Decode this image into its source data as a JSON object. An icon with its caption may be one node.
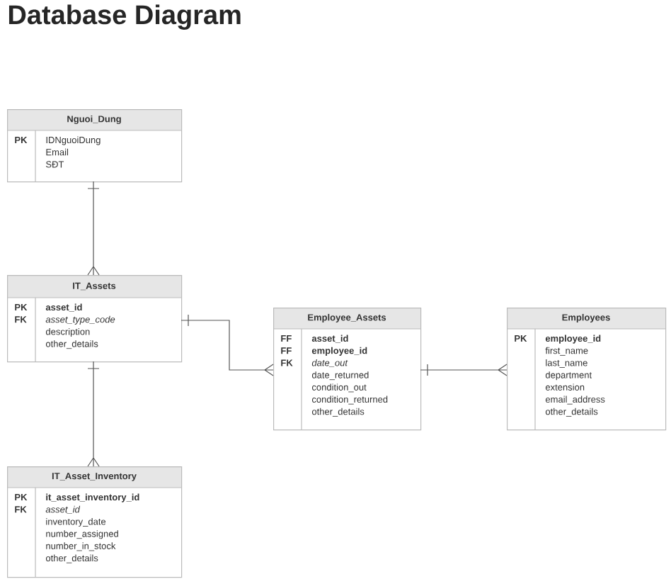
{
  "diagram": {
    "title": "Database Diagram",
    "nodes": [
      {
        "text": [
          "Nguoi_Dung",
          "PK",
          "IDNguoiDung",
          "Email",
          "SĐT"
        ]
      },
      {
        "text": [
          "IT_Assets",
          "PK FK",
          "asset_id",
          "asset_type_code",
          "description",
          "other_details"
        ]
      },
      {
        "text": [
          "IT_Asset_Inventory",
          "PK FK",
          "it_asset_inventory_id",
          "asset_id",
          "inventory_date",
          "number_assigned",
          "number_in_stock",
          "other_details"
        ]
      },
      {
        "text": [
          "Employee_Assets",
          "FF FF FK",
          "asset_id",
          "employee_id",
          "date_out",
          "date_returned",
          "condition_out",
          "condition_returned",
          "other_details"
        ]
      },
      {
        "text": [
          "Employees",
          "PK",
          "employee_id",
          "first_name",
          "last_name",
          "department",
          "extension",
          "email_address",
          "other_details"
        ]
      }
    ],
    "edges": [
      {
        "from": 0,
        "to": 1,
        "arrow": "other"
      },
      {
        "from": 1,
        "to": 2,
        "arrow": "other"
      },
      {
        "from": 1,
        "to": 3,
        "arrow": "other"
      },
      {
        "from": 3,
        "to": 4,
        "arrow": "other"
      }
    ]
  }
}
